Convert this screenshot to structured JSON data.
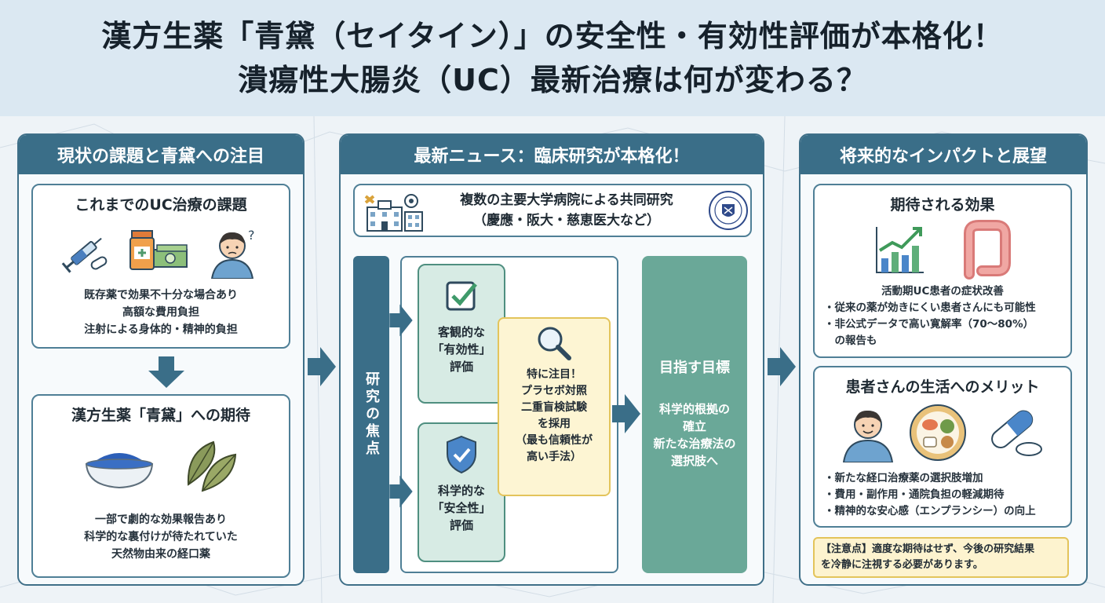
{
  "title": {
    "line1": "漢方生薬「青黛（セイタイン）」の安全性・有効性評価が本格化！",
    "line2": "潰瘍性大腸炎（UC）最新治療は何が変わる？"
  },
  "left_panel": {
    "heading": "現状の課題と青黛への注目",
    "card1": {
      "title": "これまでのUC治療の課題",
      "lines": [
        "既存薬で効果不十分な場合あり",
        "高額な費用負担",
        "注射による身体的・精神的負担"
      ]
    },
    "card2": {
      "title": "漢方生薬「青黛」への期待",
      "lines": [
        "一部で劇的な効果報告あり",
        "科学的な裏付けが待たれていた",
        "天然物由来の経口薬"
      ]
    }
  },
  "middle_panel": {
    "heading": "最新ニュース：臨床研究が本格化！",
    "banner": {
      "line1": "複数の主要大学病院による共同研究",
      "line2": "（慶應・阪大・慈恵医大など）"
    },
    "focus_label": "研究の焦点",
    "efficacy_lines": [
      "客観的な",
      "「有効性」",
      "評価"
    ],
    "safety_lines": [
      "科学的な",
      "「安全性」",
      "評価"
    ],
    "attention_lines": [
      "特に注目！",
      "プラセボ対照",
      "二重盲検試験",
      "を採用",
      "（最も信頼性が",
      "高い手法）"
    ],
    "goal": {
      "title": "目指す目標",
      "lines": [
        "科学的根拠の",
        "確立",
        "新たな治療法の",
        "選択肢へ"
      ]
    }
  },
  "right_panel": {
    "heading": "将来的なインパクトと展望",
    "card1": {
      "title": "期待される効果",
      "subtitle": "活動期UC患者の症状改善",
      "items": [
        "・従来の薬が効きにくい患者さんにも可能性",
        "・非公式データで高い寛解率（70〜80%）",
        "　の報告も"
      ]
    },
    "card2": {
      "title": "患者さんの生活へのメリット",
      "items": [
        "・新たな経口治療薬の選択肢増加",
        "・費用・副作用・通院負担の軽減期待",
        "・精神的な安心感（エンプランシー）の向上"
      ]
    },
    "note": {
      "line1": "【注意点】適度な期待はせず、今後の研究結果",
      "line2": "を冷静に注視する必要があります。"
    }
  },
  "colors": {
    "header_blue": "#3a6e88",
    "title_band": "#dbe8f2",
    "teal": "#6aa898",
    "teal_light": "#d7ebe4",
    "note_yellow": "#fdf3cf"
  },
  "icons": [
    "syringe-icon",
    "pill-icon",
    "medicine-bottle-icon",
    "money-icon",
    "confused-person-icon",
    "indigo-powder-icon",
    "leaf-icon",
    "hospital-building-icon",
    "university-seal-icon",
    "checkmark-box-icon",
    "shield-check-icon",
    "magnifier-icon",
    "rising-chart-icon",
    "colon-icon",
    "smiling-person-icon",
    "meal-plate-icon",
    "capsule-icon",
    "arrow-right-icon",
    "arrow-down-icon"
  ]
}
